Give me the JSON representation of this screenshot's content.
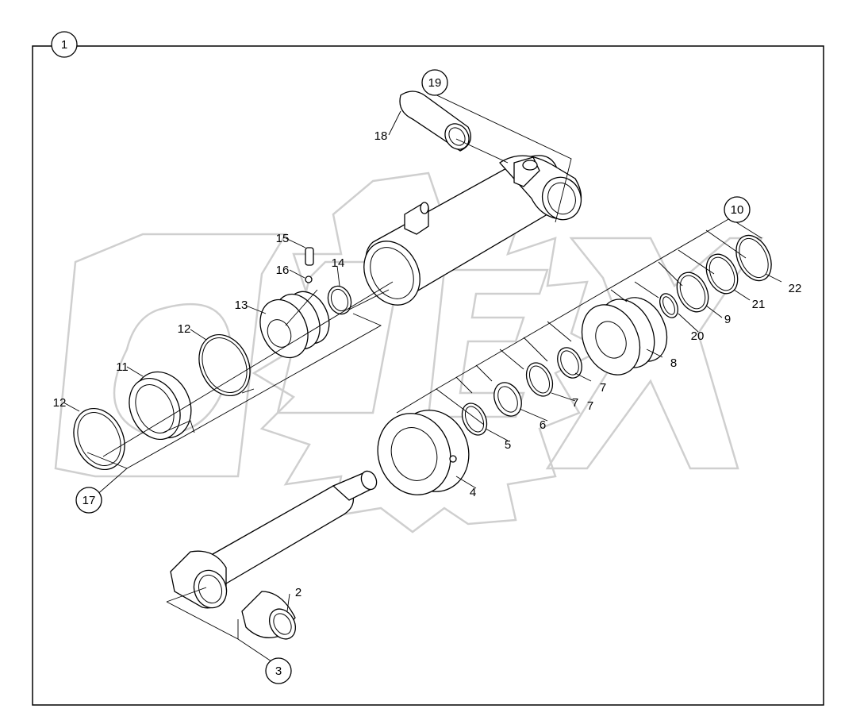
{
  "diagram": {
    "callouts": {
      "c1": "1",
      "c2": "2",
      "c3": "3",
      "c4": "4",
      "c5": "5",
      "c6": "6",
      "c7a": "7",
      "c7b": "7",
      "c7c": "7",
      "c8": "8",
      "c9": "9",
      "c10": "10",
      "c11": "11",
      "c12a": "12",
      "c12b": "12",
      "c13": "13",
      "c14": "14",
      "c15": "15",
      "c16": "16",
      "c17": "17",
      "c18": "18",
      "c19": "19",
      "c20": "20",
      "c21": "21",
      "c22": "22"
    },
    "watermark_text": "OPEX",
    "colors": {
      "line": "#000000",
      "watermark": "#cfcfcf",
      "background": "#ffffff"
    }
  }
}
